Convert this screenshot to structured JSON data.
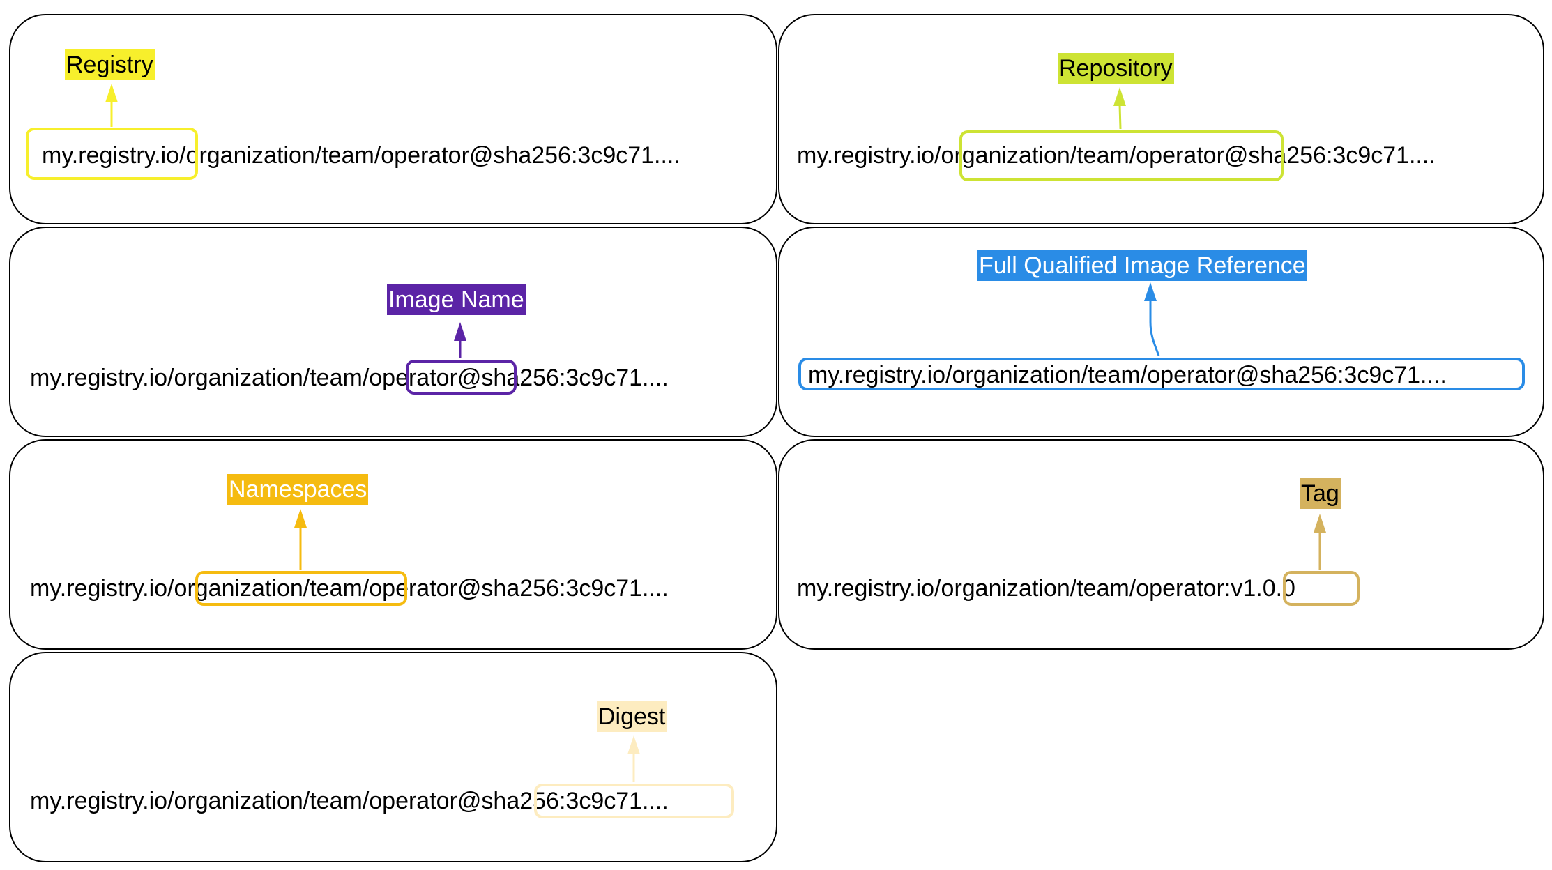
{
  "reference_digest": "my.registry.io/organization/team/operator@sha256:3c9c71....",
  "reference_tag": "my.registry.io/organization/team/operator:v1.0.0",
  "labels": {
    "registry": "Registry",
    "repository": "Repository",
    "image_name": "Image Name",
    "full_reference": "Full Qualified Image Reference",
    "namespaces": "Namespaces",
    "tag": "Tag",
    "digest": "Digest"
  },
  "colors": {
    "registry": "#f7ef2c",
    "repository": "#cde334",
    "image_name": "#5b24a6",
    "full_reference": "#2a8ce6",
    "namespaces": "#f5bb10",
    "tag": "#d4b25e",
    "digest": "#fdecc0"
  }
}
